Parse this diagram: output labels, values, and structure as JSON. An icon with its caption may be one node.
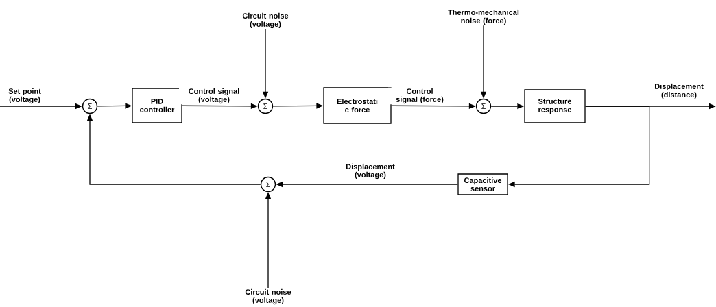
{
  "diagram": {
    "nodes": [
      {
        "text": [
          "Σ"
        ]
      },
      {
        "text": [
          "PID controller"
        ]
      },
      {
        "text": [
          "Σ"
        ]
      },
      {
        "text": [
          "Electrostati c force"
        ]
      },
      {
        "text": [
          "Σ"
        ]
      },
      {
        "text": [
          "Structure response"
        ]
      },
      {
        "text": [
          "Capacitive sensor"
        ]
      },
      {
        "text": [
          "Σ"
        ]
      },
      {
        "text": [
          "Circuit noise (voltage)"
        ]
      },
      {
        "text": [
          "Thermo-mechanical noise (force)"
        ]
      },
      {
        "text": [
          "Circuit noise (voltage)"
        ]
      }
    ],
    "edges": [
      {
        "from": null,
        "to": 0,
        "arrow": "to",
        "label": "Set point (voltage)"
      },
      {
        "from": 0,
        "to": 1,
        "arrow": "to"
      },
      {
        "from": 1,
        "to": 2,
        "arrow": "to",
        "label": "Control signal (voltage)"
      },
      {
        "from": 8,
        "to": 2,
        "arrow": "to"
      },
      {
        "from": 2,
        "to": 3,
        "arrow": "to"
      },
      {
        "from": 3,
        "to": 4,
        "arrow": "to",
        "label": "Control signal (force)"
      },
      {
        "from": 9,
        "to": 4,
        "arrow": "to"
      },
      {
        "from": 4,
        "to": 5,
        "arrow": "to"
      },
      {
        "from": 5,
        "to": null,
        "arrow": "to",
        "label": "Displacement (distance)"
      },
      {
        "from": 5,
        "to": 6,
        "arrow": "to"
      },
      {
        "from": 6,
        "to": 7,
        "arrow": "to",
        "label": "Displacement (voltage)"
      },
      {
        "from": 10,
        "to": 7,
        "arrow": "to"
      },
      {
        "from": 7,
        "to": 0,
        "arrow": "to"
      }
    ]
  }
}
